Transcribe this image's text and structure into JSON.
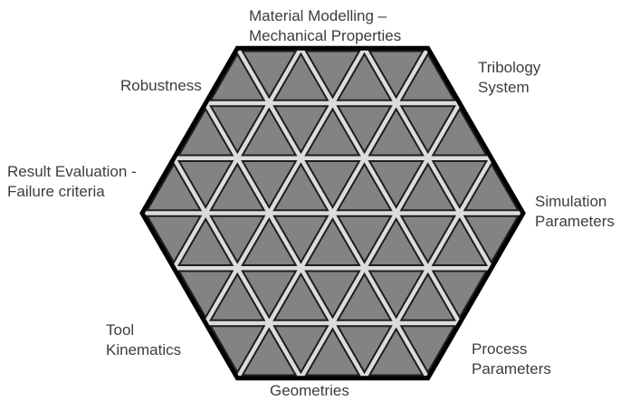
{
  "figure": {
    "description": "Hexagon composed of a triangular mesh with six surrounding aspect labels and two pole labels",
    "labels": {
      "material_modelling": {
        "line1": "Material Modelling –",
        "line2": "Mechanical Properties"
      },
      "robustness": {
        "line1": "Robustness"
      },
      "tribology": {
        "line1": "Tribology",
        "line2": "System"
      },
      "result_evaluation": {
        "line1": "Result Evaluation -",
        "line2": "Failure criteria"
      },
      "simulation": {
        "line1": "Simulation",
        "line2": "Parameters"
      },
      "tool_kinematics": {
        "line1": "Tool",
        "line2": "Kinematics"
      },
      "process_parameters": {
        "line1": "Process",
        "line2": "Parameters"
      },
      "geometries": {
        "line1": "Geometries"
      }
    },
    "diagram": {
      "shape": "triangulated-hexagon",
      "order": 3,
      "rows": 6,
      "triangle_count": 54,
      "colors": {
        "background": "#ffffff",
        "border": "#000000",
        "gap": "#dcdcdc",
        "triangle_fill": "#838383",
        "triangle_stroke": "#1e1e1e",
        "text": "#3d3d3d"
      }
    }
  }
}
